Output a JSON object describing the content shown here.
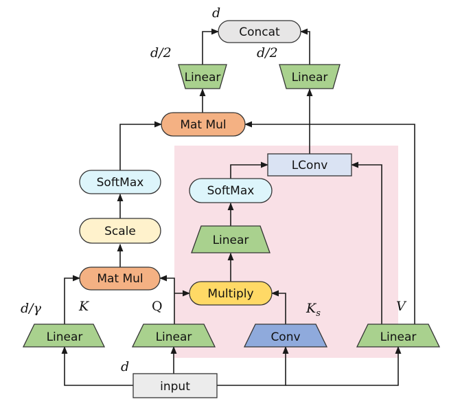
{
  "nodes": {
    "concat": "Concat",
    "linear_top_left": "Linear",
    "linear_top_right": "Linear",
    "matmul_top": "Mat Mul",
    "softmax_left": "SoftMax",
    "scale": "Scale",
    "matmul_bottom": "Mat Mul",
    "linear_k": "Linear",
    "linear_q": "Linear",
    "lconv": "LConv",
    "softmax_right": "SoftMax",
    "linear_mid": "Linear",
    "multiply": "Multiply",
    "conv": "Conv",
    "linear_v": "Linear",
    "input": "input"
  },
  "labels": {
    "d_top": "d",
    "d_half_left": "d/2",
    "d_half_right": "d/2",
    "d_gamma": "d/γ",
    "K": "K",
    "Q": "Q",
    "Ks_base": "K",
    "Ks_sub": "s",
    "V": "V",
    "d_input": "d"
  },
  "colors": {
    "linear": "#a9d18e",
    "concat": "#e7e6e6",
    "matmul": "#f4b183",
    "softmax": "#ddf5fb",
    "scale": "#fff2cc",
    "lconv": "#dae3f3",
    "multiply": "#ffd966",
    "conv": "#8faadc",
    "input": "#ececec",
    "highlight": "#f9e0e6"
  }
}
